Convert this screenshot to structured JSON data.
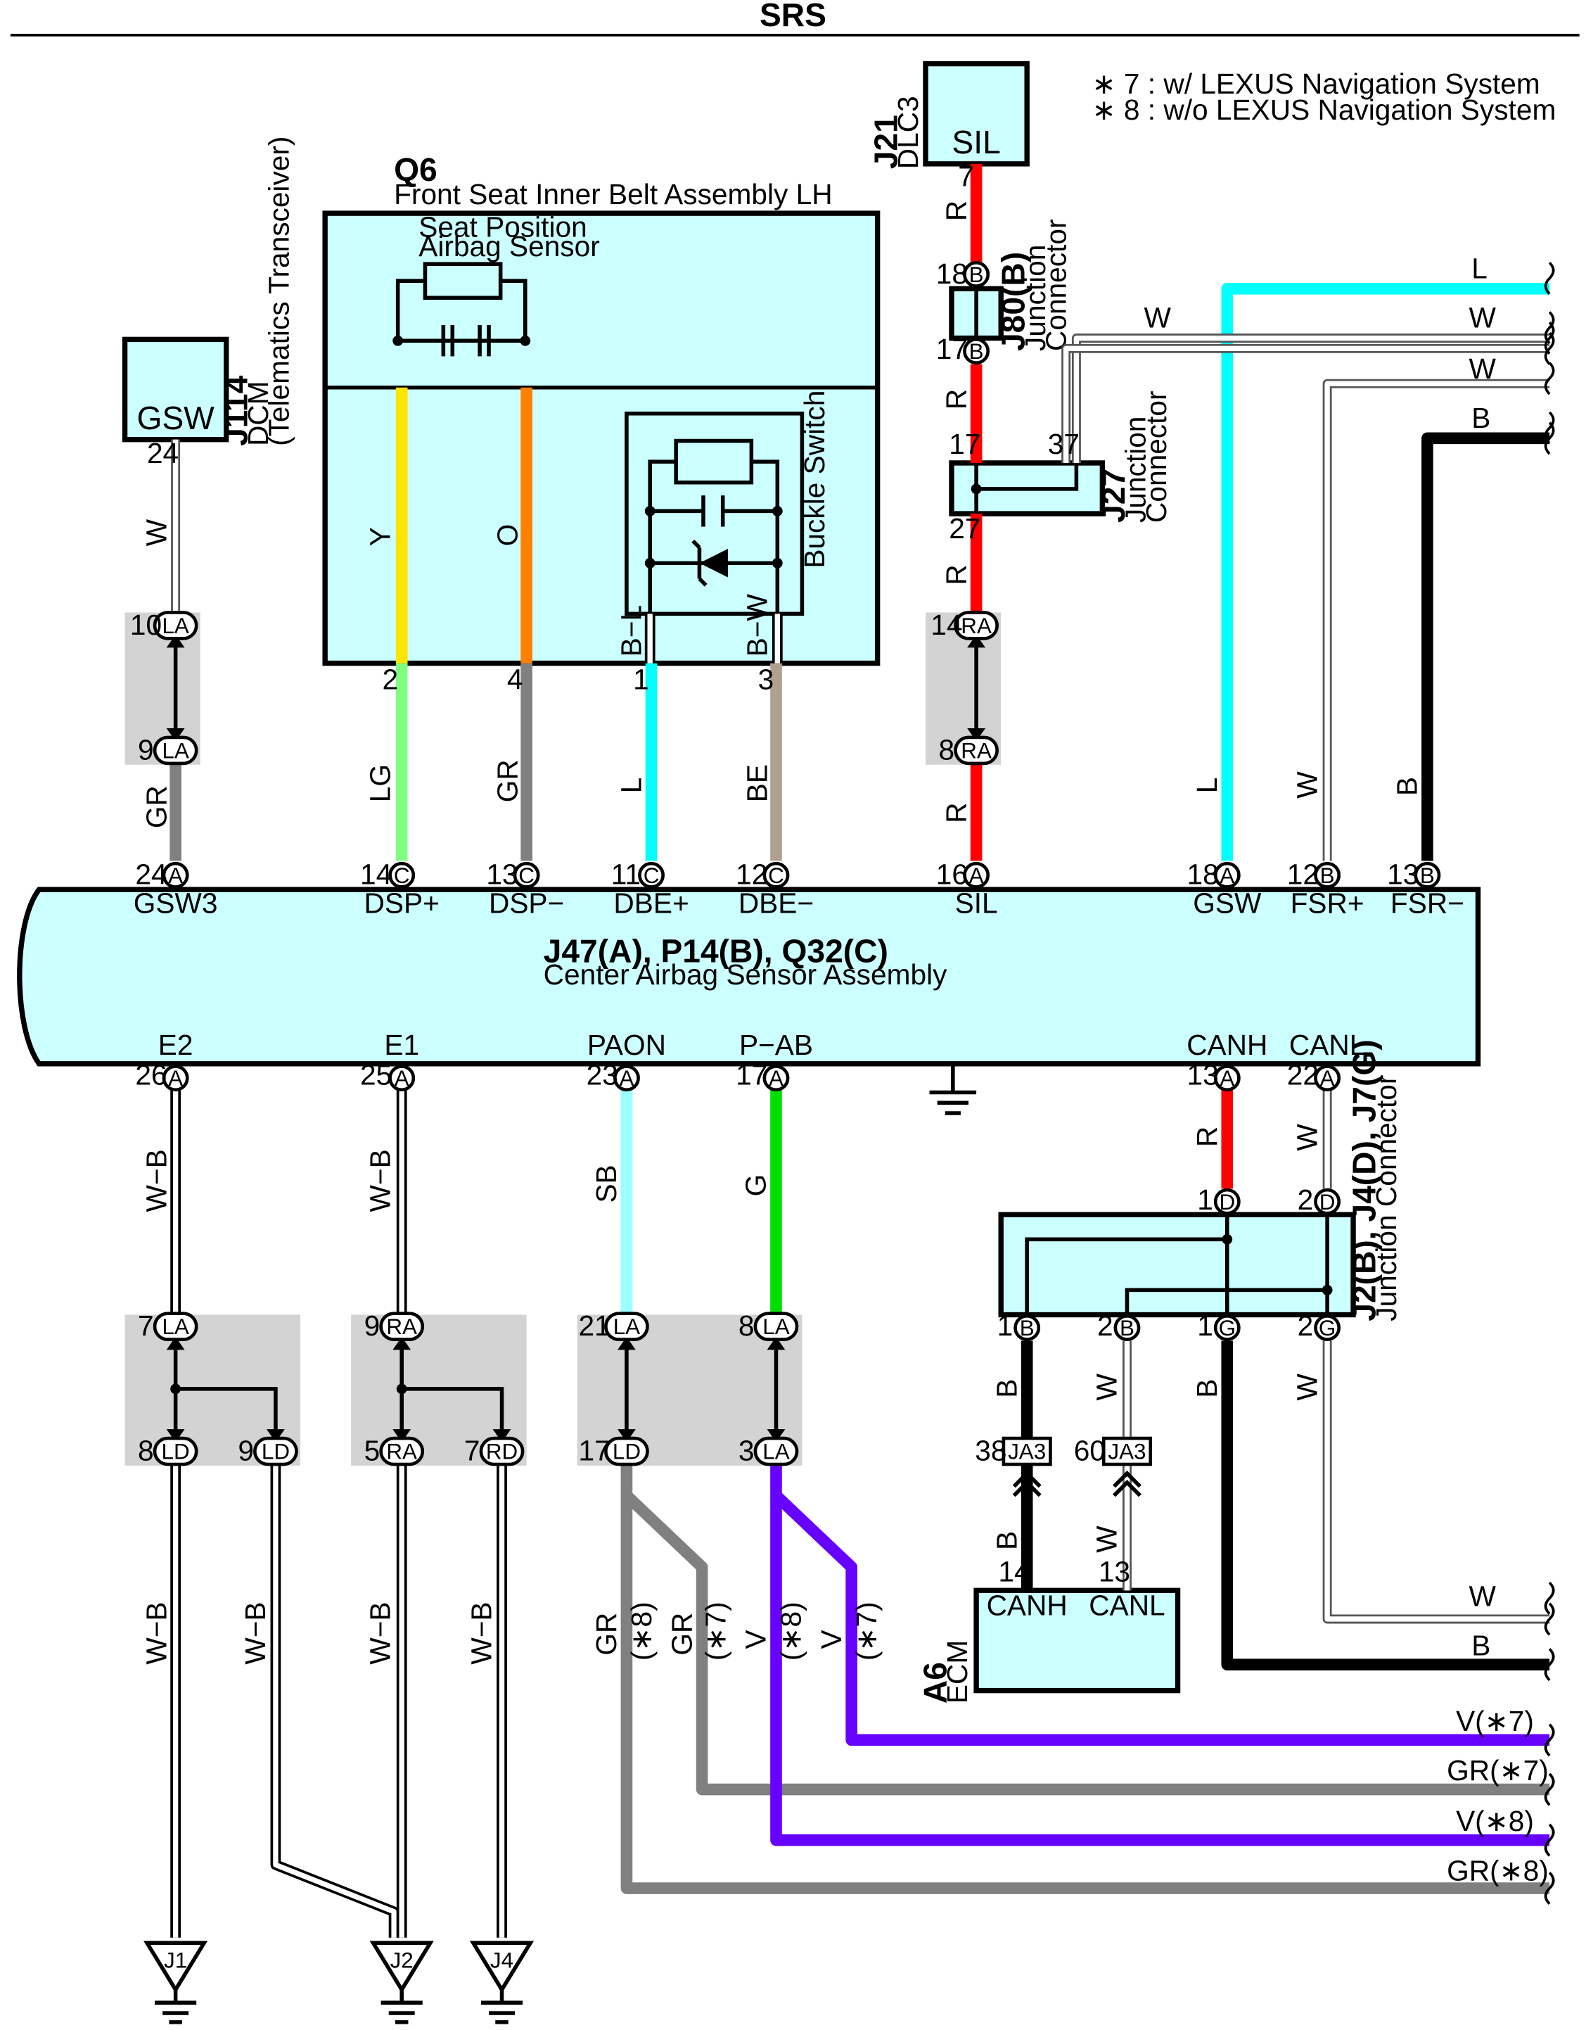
{
  "title": "SRS",
  "notes": [
    "∗ 7 : w/ LEXUS Navigation System",
    "∗ 8 : w/o LEXUS Navigation System"
  ],
  "components": {
    "q6": {
      "code": "Q6",
      "name": "Front Seat Inner Belt Assembly LH",
      "sub1": "Seat Position",
      "sub2": "Airbag Sensor",
      "sub3": "Buckle Switch"
    },
    "j114": {
      "code": "J114",
      "name": "DCM",
      "name2": "(Telematics Transceiver)",
      "pin": "GSW"
    },
    "j21": {
      "code": "J21",
      "name": "DLC3",
      "pin": "SIL"
    },
    "j80": {
      "code": "J80(B)",
      "name": "Junction",
      "name2": "Connector"
    },
    "j27": {
      "code": "J27",
      "name": "Junction",
      "name2": "Connector"
    },
    "center": {
      "code": "J47(A), P14(B), Q32(C)",
      "name": "Center Airbag Sensor Assembly"
    },
    "jc": {
      "code": "J2(B), J4(D), J7(G)",
      "name": "Junction Connector"
    },
    "a6": {
      "code": "A6",
      "name": "ECM",
      "pin1": "CANH",
      "pin2": "CANL"
    },
    "grounds": [
      "J1",
      "J2",
      "J4"
    ]
  },
  "terminals_top": [
    "GSW3",
    "DSP+",
    "DSP−",
    "DBE+",
    "DBE−",
    "SIL",
    "GSW",
    "FSR+",
    "FSR−"
  ],
  "terminals_bottom": [
    "E2",
    "E1",
    "PAON",
    "P−AB",
    "CANH",
    "CANL"
  ],
  "wire_colors": {
    "R": "#ff0000",
    "L": "#00ffff",
    "B": "#000000",
    "W": "#ffffff",
    "Y": "#ffe400",
    "O": "#ff7f00",
    "LG": "#80ff80",
    "GR": "#808080",
    "BE": "#b0a090",
    "SB": "#99ffff",
    "G": "#00e000",
    "V": "#6600ff"
  },
  "labels": {
    "W": "W",
    "R": "R",
    "GR": "GR",
    "Y": "Y",
    "O": "O",
    "LG": "LG",
    "L": "L",
    "BE": "BE",
    "BL": "B−L",
    "BW": "B−W",
    "B": "B",
    "WB": "W−B",
    "SB": "SB",
    "G": "G",
    "V": "V",
    "n7": "(∗7)",
    "n8": "(∗8)",
    "V7": "V(∗7)",
    "GR7": "GR(∗7)",
    "V8": "V(∗8)",
    "GR8": "GR(∗8)"
  },
  "connector_ids": {
    "A": "A",
    "B": "B",
    "C": "C",
    "D": "D",
    "G": "G",
    "LA": "LA",
    "LD": "LD",
    "RA": "RA",
    "RD": "RD",
    "JA3": "JA3"
  },
  "pins": {
    "p1": "1",
    "p2": "2",
    "p3": "3",
    "p4": "4",
    "p5": "5",
    "p7": "7",
    "p8": "8",
    "p9": "9",
    "p10": "10",
    "p11": "11",
    "p12": "12",
    "p13": "13",
    "p14": "14",
    "p16": "16",
    "p17": "17",
    "p18": "18",
    "p21": "21",
    "p22": "22",
    "p23": "23",
    "p24": "24",
    "p25": "25",
    "p26": "26",
    "p27": "27",
    "p37": "37",
    "p38": "38",
    "p60": "60"
  }
}
